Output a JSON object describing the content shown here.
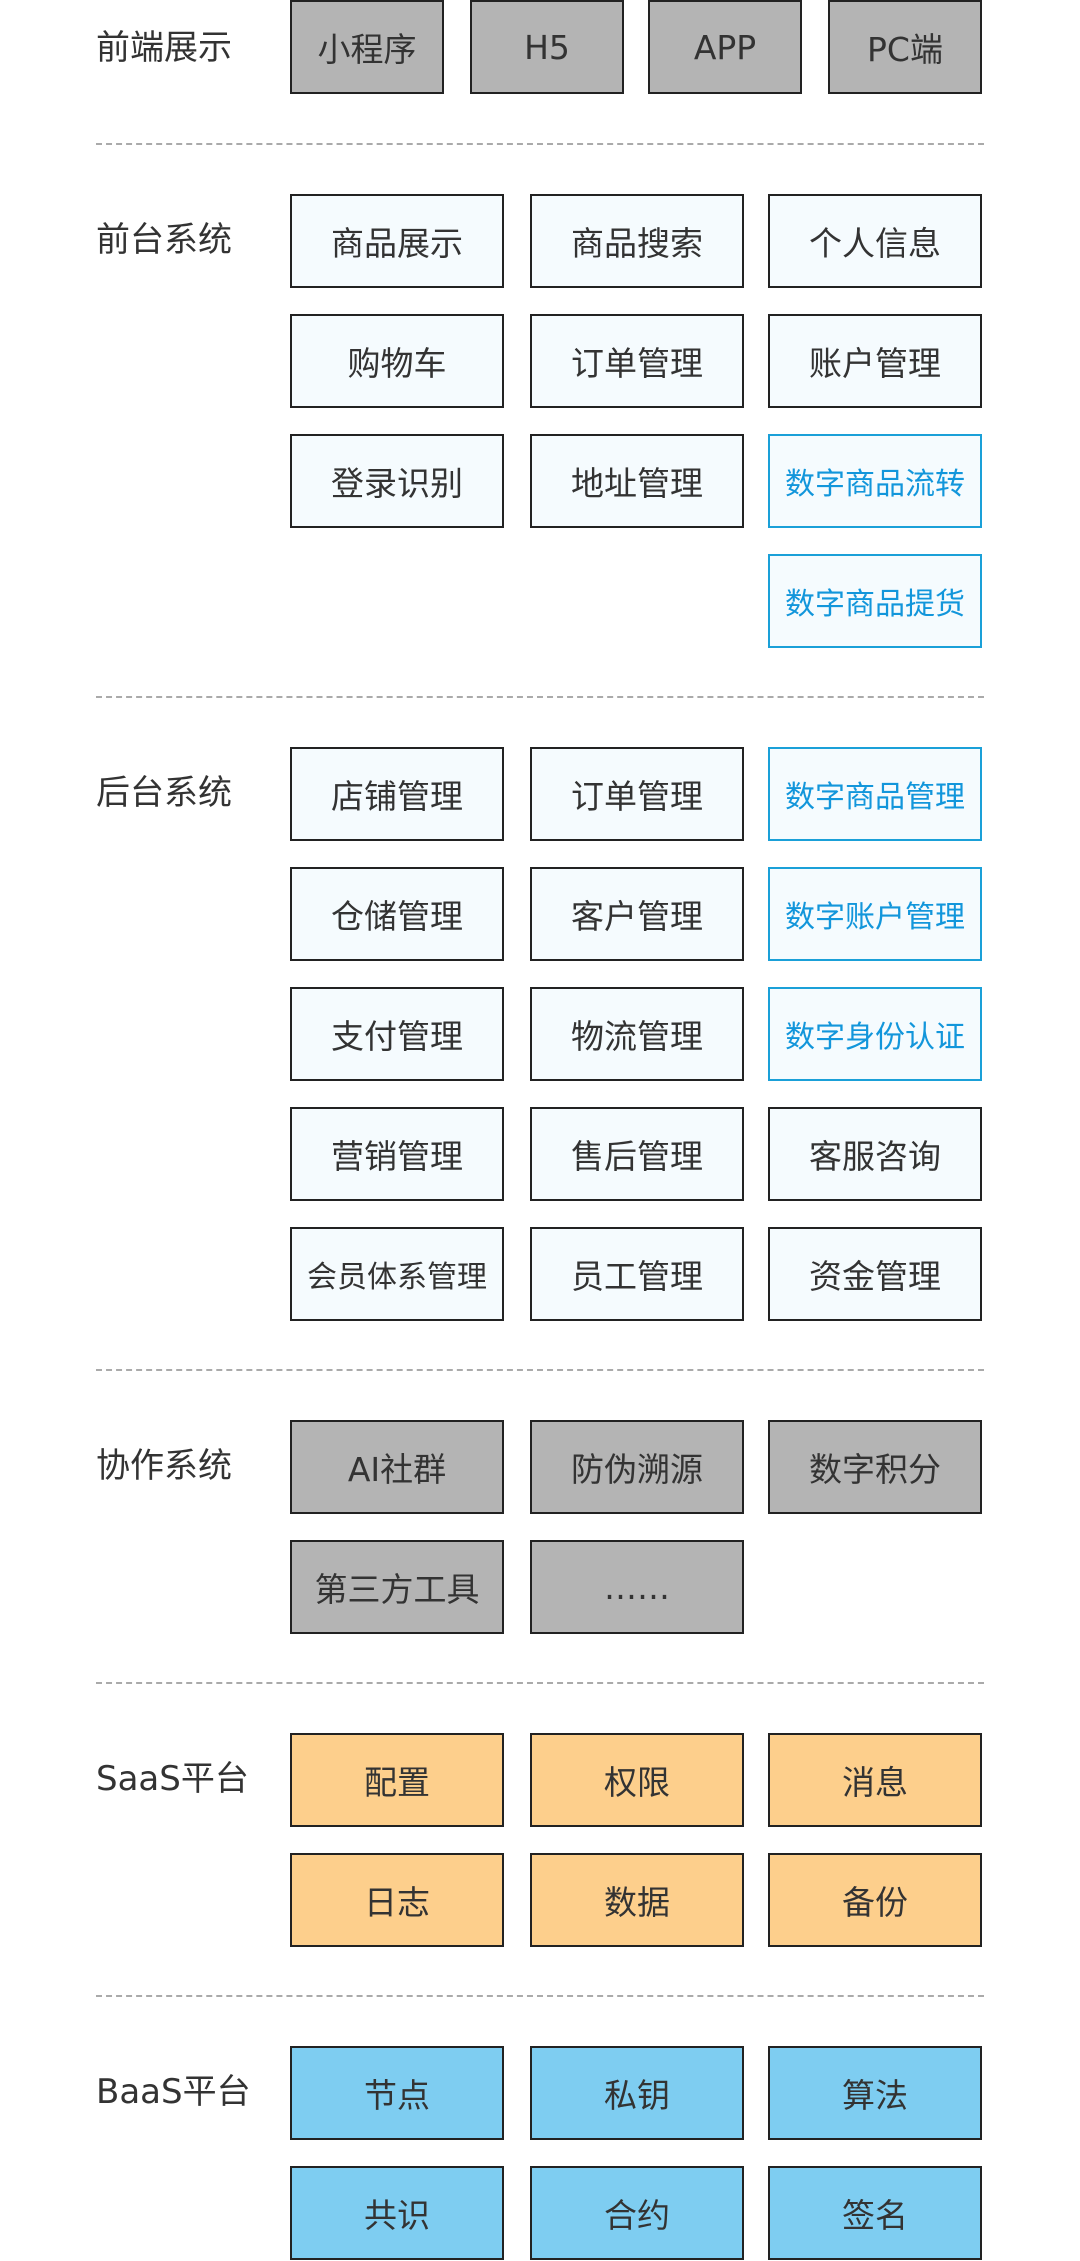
{
  "sections": {
    "frontend": {
      "label": "前端展示",
      "items": [
        "小程序",
        "H5",
        "APP",
        "PC端"
      ]
    },
    "front_sys": {
      "label": "前台系统",
      "items": [
        "商品展示",
        "商品搜索",
        "个人信息",
        "购物车",
        "订单管理",
        "账户管理",
        "登录识别",
        "地址管理",
        "数字商品流转",
        "数字商品提货"
      ]
    },
    "back_sys": {
      "label": "后台系统",
      "items": [
        "店铺管理",
        "订单管理",
        "数字商品管理",
        "仓储管理",
        "客户管理",
        "数字账户管理",
        "支付管理",
        "物流管理",
        "数字身份认证",
        "营销管理",
        "售后管理",
        "客服咨询",
        "会员体系管理",
        "员工管理",
        "资金管理"
      ]
    },
    "collab": {
      "label": "协作系统",
      "items": [
        "AI社群",
        "防伪溯源",
        "数字积分",
        "第三方工具",
        "……"
      ]
    },
    "saas": {
      "label": "SaaS平台",
      "items": [
        "配置",
        "权限",
        "消息",
        "日志",
        "数据",
        "备份"
      ]
    },
    "baas": {
      "label": "BaaS平台",
      "items": [
        "节点",
        "私钥",
        "算法",
        "共识",
        "合约",
        "签名"
      ]
    }
  },
  "colors": {
    "gray_box": "#b4b4b4",
    "light_box": "#f5fbfe",
    "highlight_text": "#1296db",
    "saas_box": "#fdcf8c",
    "baas_box": "#7ecdf1",
    "divider": "#aaaaaa"
  }
}
